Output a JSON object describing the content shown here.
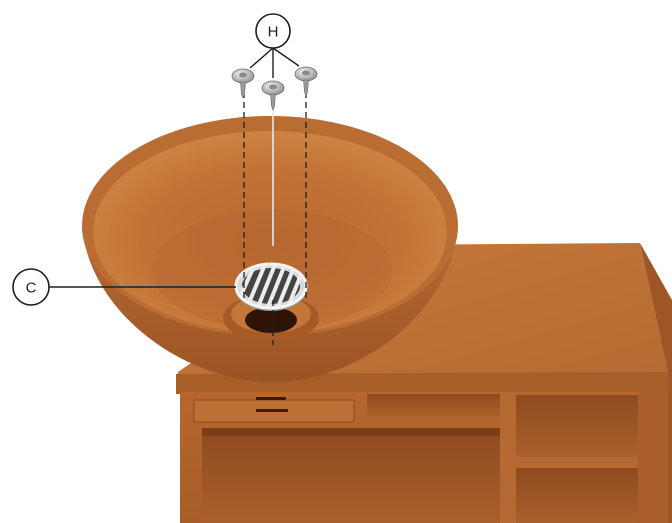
{
  "diagram": {
    "callouts": {
      "h": {
        "letter": "H",
        "part": "screws"
      },
      "c": {
        "letter": "C",
        "part": "drain-grate"
      }
    },
    "screw_count": 3,
    "colors": {
      "rust_light": "#c67a3e",
      "rust_mid": "#b0652d",
      "rust_dark": "#7a3c18",
      "metal": "#cfcfcf",
      "line": "#222222",
      "background": "#ffffff"
    }
  }
}
